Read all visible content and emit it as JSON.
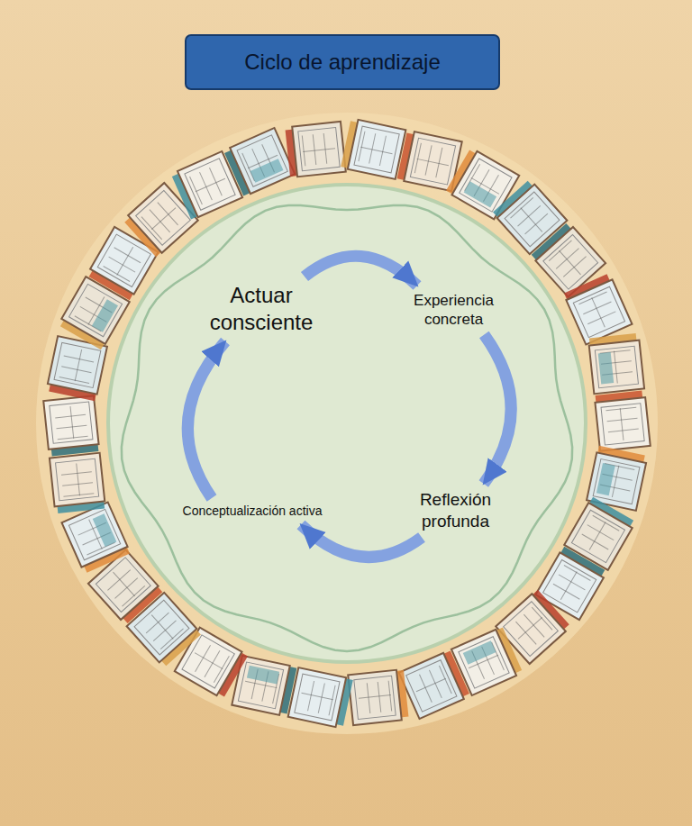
{
  "diagram": {
    "title": "Ciclo de aprendizaje",
    "nodes": [
      {
        "text": [
          "Actuar consciente"
        ]
      },
      {
        "text": [
          "Experiencia concreta"
        ]
      },
      {
        "text": [
          "Reflexión profunda"
        ]
      },
      {
        "text": [
          "Conceptualización activa"
        ]
      }
    ],
    "edges": [
      {
        "from": 0,
        "to": 1,
        "arrow": "to"
      },
      {
        "from": 1,
        "to": 2,
        "arrow": "to"
      },
      {
        "from": 2,
        "to": 3,
        "arrow": "to"
      },
      {
        "from": 3,
        "to": 0,
        "arrow": "to"
      }
    ]
  }
}
